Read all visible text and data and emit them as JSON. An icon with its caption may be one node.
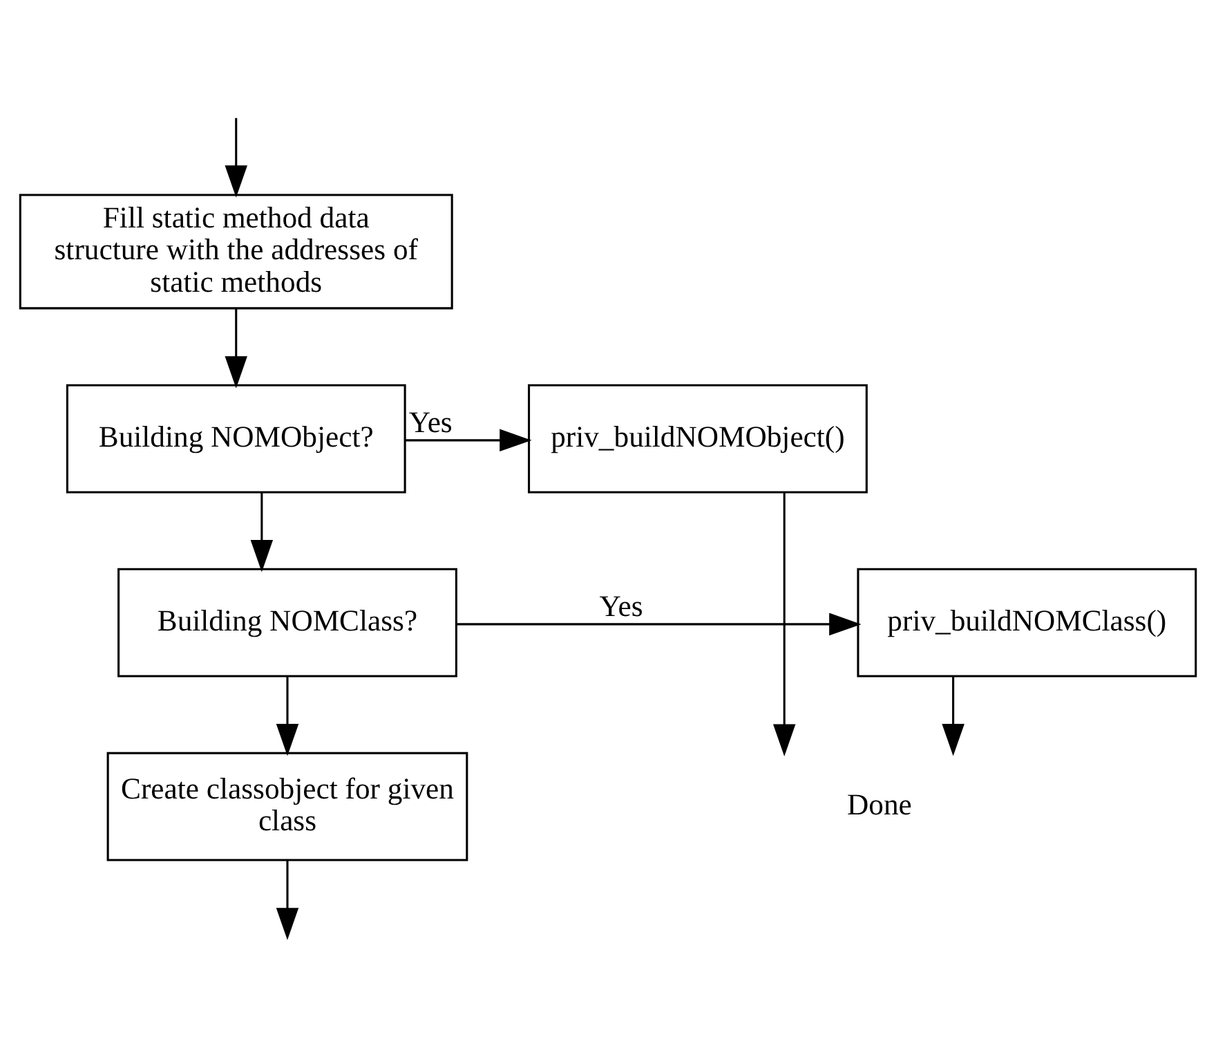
{
  "diagram": {
    "nodes": [
      {
        "text": [
          "Fill static method data structure with the addresses of static methods"
        ]
      },
      {
        "text": [
          "Building NOMObject?"
        ]
      },
      {
        "text": [
          "priv_buildNOMObject()"
        ]
      },
      {
        "text": [
          "Building NOMClass?"
        ]
      },
      {
        "text": [
          "priv_buildNOMClass()"
        ]
      },
      {
        "text": [
          "Create classobject for given class"
        ]
      },
      {
        "text": [
          "Done"
        ]
      }
    ],
    "edges": [
      {
        "from": null,
        "to": 0,
        "arrow": "to"
      },
      {
        "from": 0,
        "to": 1,
        "arrow": "to"
      },
      {
        "from": 1,
        "to": 2,
        "arrow": "to",
        "label": "Yes"
      },
      {
        "from": 1,
        "to": 3,
        "arrow": "to"
      },
      {
        "from": 3,
        "to": 4,
        "arrow": "to",
        "label": "Yes"
      },
      {
        "from": 3,
        "to": 5,
        "arrow": "to"
      },
      {
        "from": 4,
        "to": 6,
        "arrow": "to"
      },
      {
        "from": 2,
        "to": 6,
        "arrow": "to"
      },
      {
        "from": 5,
        "to": null,
        "arrow": "to"
      }
    ]
  }
}
